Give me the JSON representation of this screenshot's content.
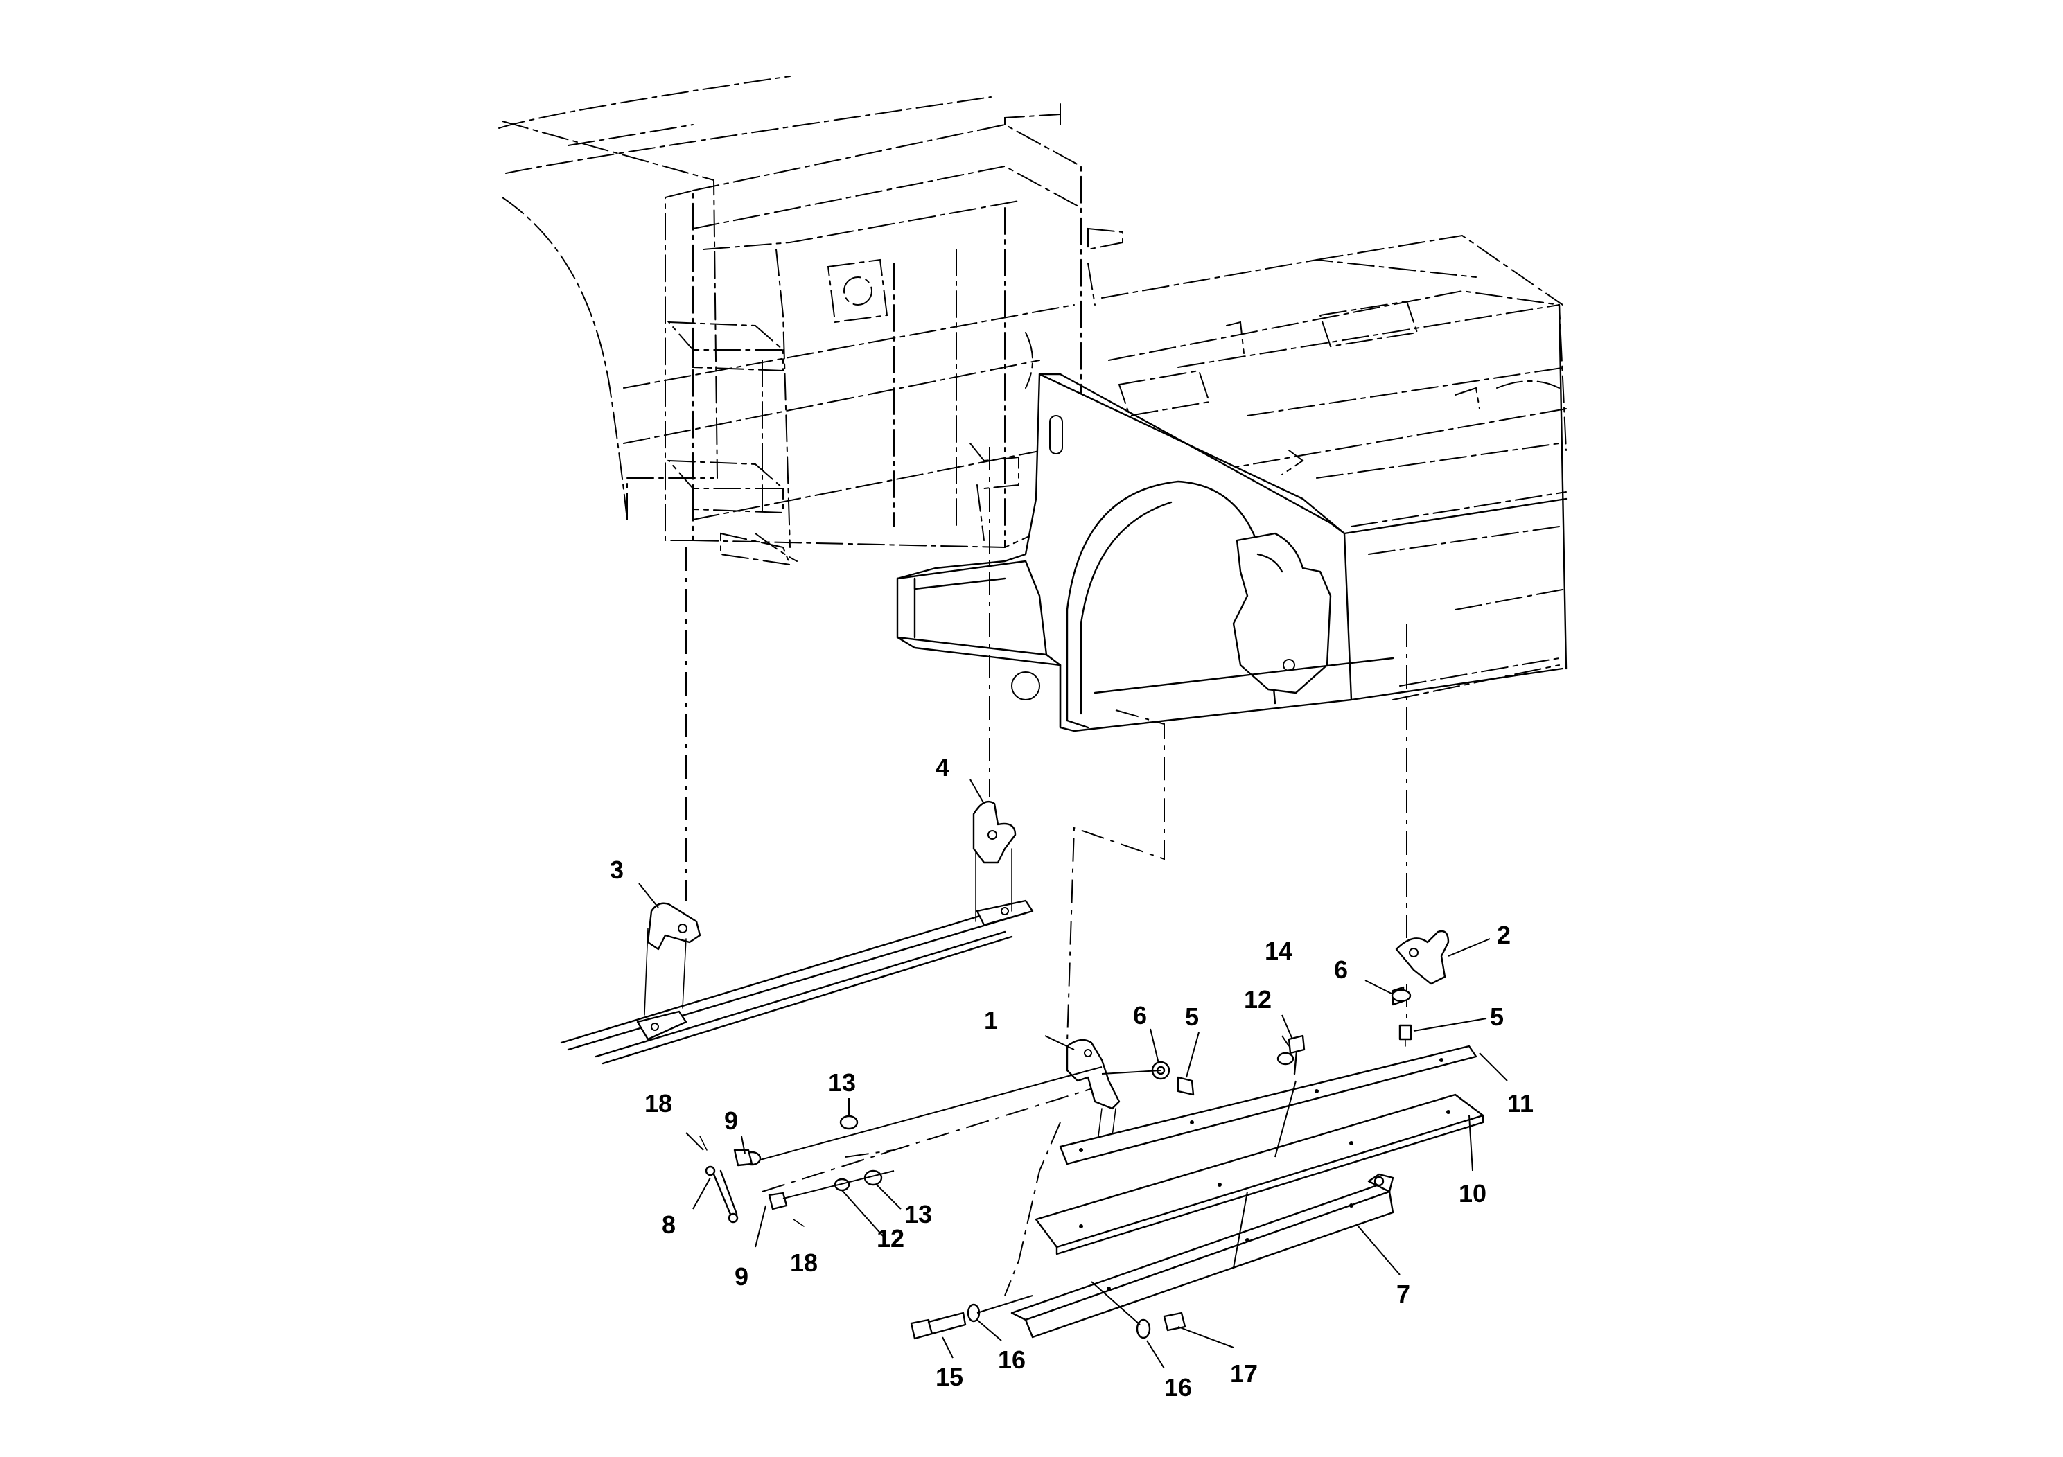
{
  "diagram": {
    "type": "exploded-parts-view",
    "colors": {
      "line": "#000000",
      "background": "#ffffff"
    },
    "callouts": [
      {
        "id": "c1",
        "label": "1"
      },
      {
        "id": "c2",
        "label": "2"
      },
      {
        "id": "c3",
        "label": "3"
      },
      {
        "id": "c4",
        "label": "4"
      },
      {
        "id": "c5a",
        "label": "5"
      },
      {
        "id": "c5b",
        "label": "5"
      },
      {
        "id": "c6a",
        "label": "6"
      },
      {
        "id": "c6b",
        "label": "6"
      },
      {
        "id": "c7",
        "label": "7"
      },
      {
        "id": "c8",
        "label": "8"
      },
      {
        "id": "c9a",
        "label": "9"
      },
      {
        "id": "c9b",
        "label": "9"
      },
      {
        "id": "c10",
        "label": "10"
      },
      {
        "id": "c11",
        "label": "11"
      },
      {
        "id": "c12a",
        "label": "12"
      },
      {
        "id": "c12b",
        "label": "12"
      },
      {
        "id": "c13a",
        "label": "13"
      },
      {
        "id": "c13b",
        "label": "13"
      },
      {
        "id": "c14",
        "label": "14"
      },
      {
        "id": "c15",
        "label": "15"
      },
      {
        "id": "c16a",
        "label": "16"
      },
      {
        "id": "c16b",
        "label": "16"
      },
      {
        "id": "c17",
        "label": "17"
      },
      {
        "id": "c18a",
        "label": "18"
      },
      {
        "id": "c18b",
        "label": "18"
      }
    ]
  }
}
